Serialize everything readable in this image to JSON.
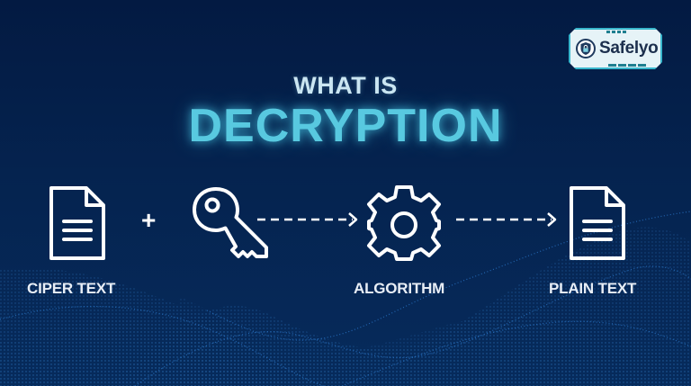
{
  "brand": {
    "name": "Safelyo",
    "icon": "shield-lock-icon",
    "colors": {
      "border": "#38b6cc",
      "background": "#e6f3f7",
      "text": "#1c2f4d"
    }
  },
  "title": {
    "line1": "WHAT IS",
    "line2": "DECRYPTION",
    "colors": {
      "line1": "#cbe6f2",
      "line2": "#58c9e0"
    }
  },
  "flow": {
    "operator": "+",
    "steps": [
      {
        "label": "CIPER TEXT",
        "icon": "document-icon"
      },
      {
        "label": "",
        "icon": "key-icon"
      },
      {
        "label": "ALGORITHM",
        "icon": "gear-icon"
      },
      {
        "label": "PLAIN TEXT",
        "icon": "document-icon"
      }
    ],
    "connectors": [
      "dashed-arrow-icon",
      "dashed-arrow-icon"
    ]
  },
  "background": {
    "colors": {
      "top": "#031a42",
      "bottom": "#062b5c",
      "particles": "#2a7fd0"
    }
  }
}
